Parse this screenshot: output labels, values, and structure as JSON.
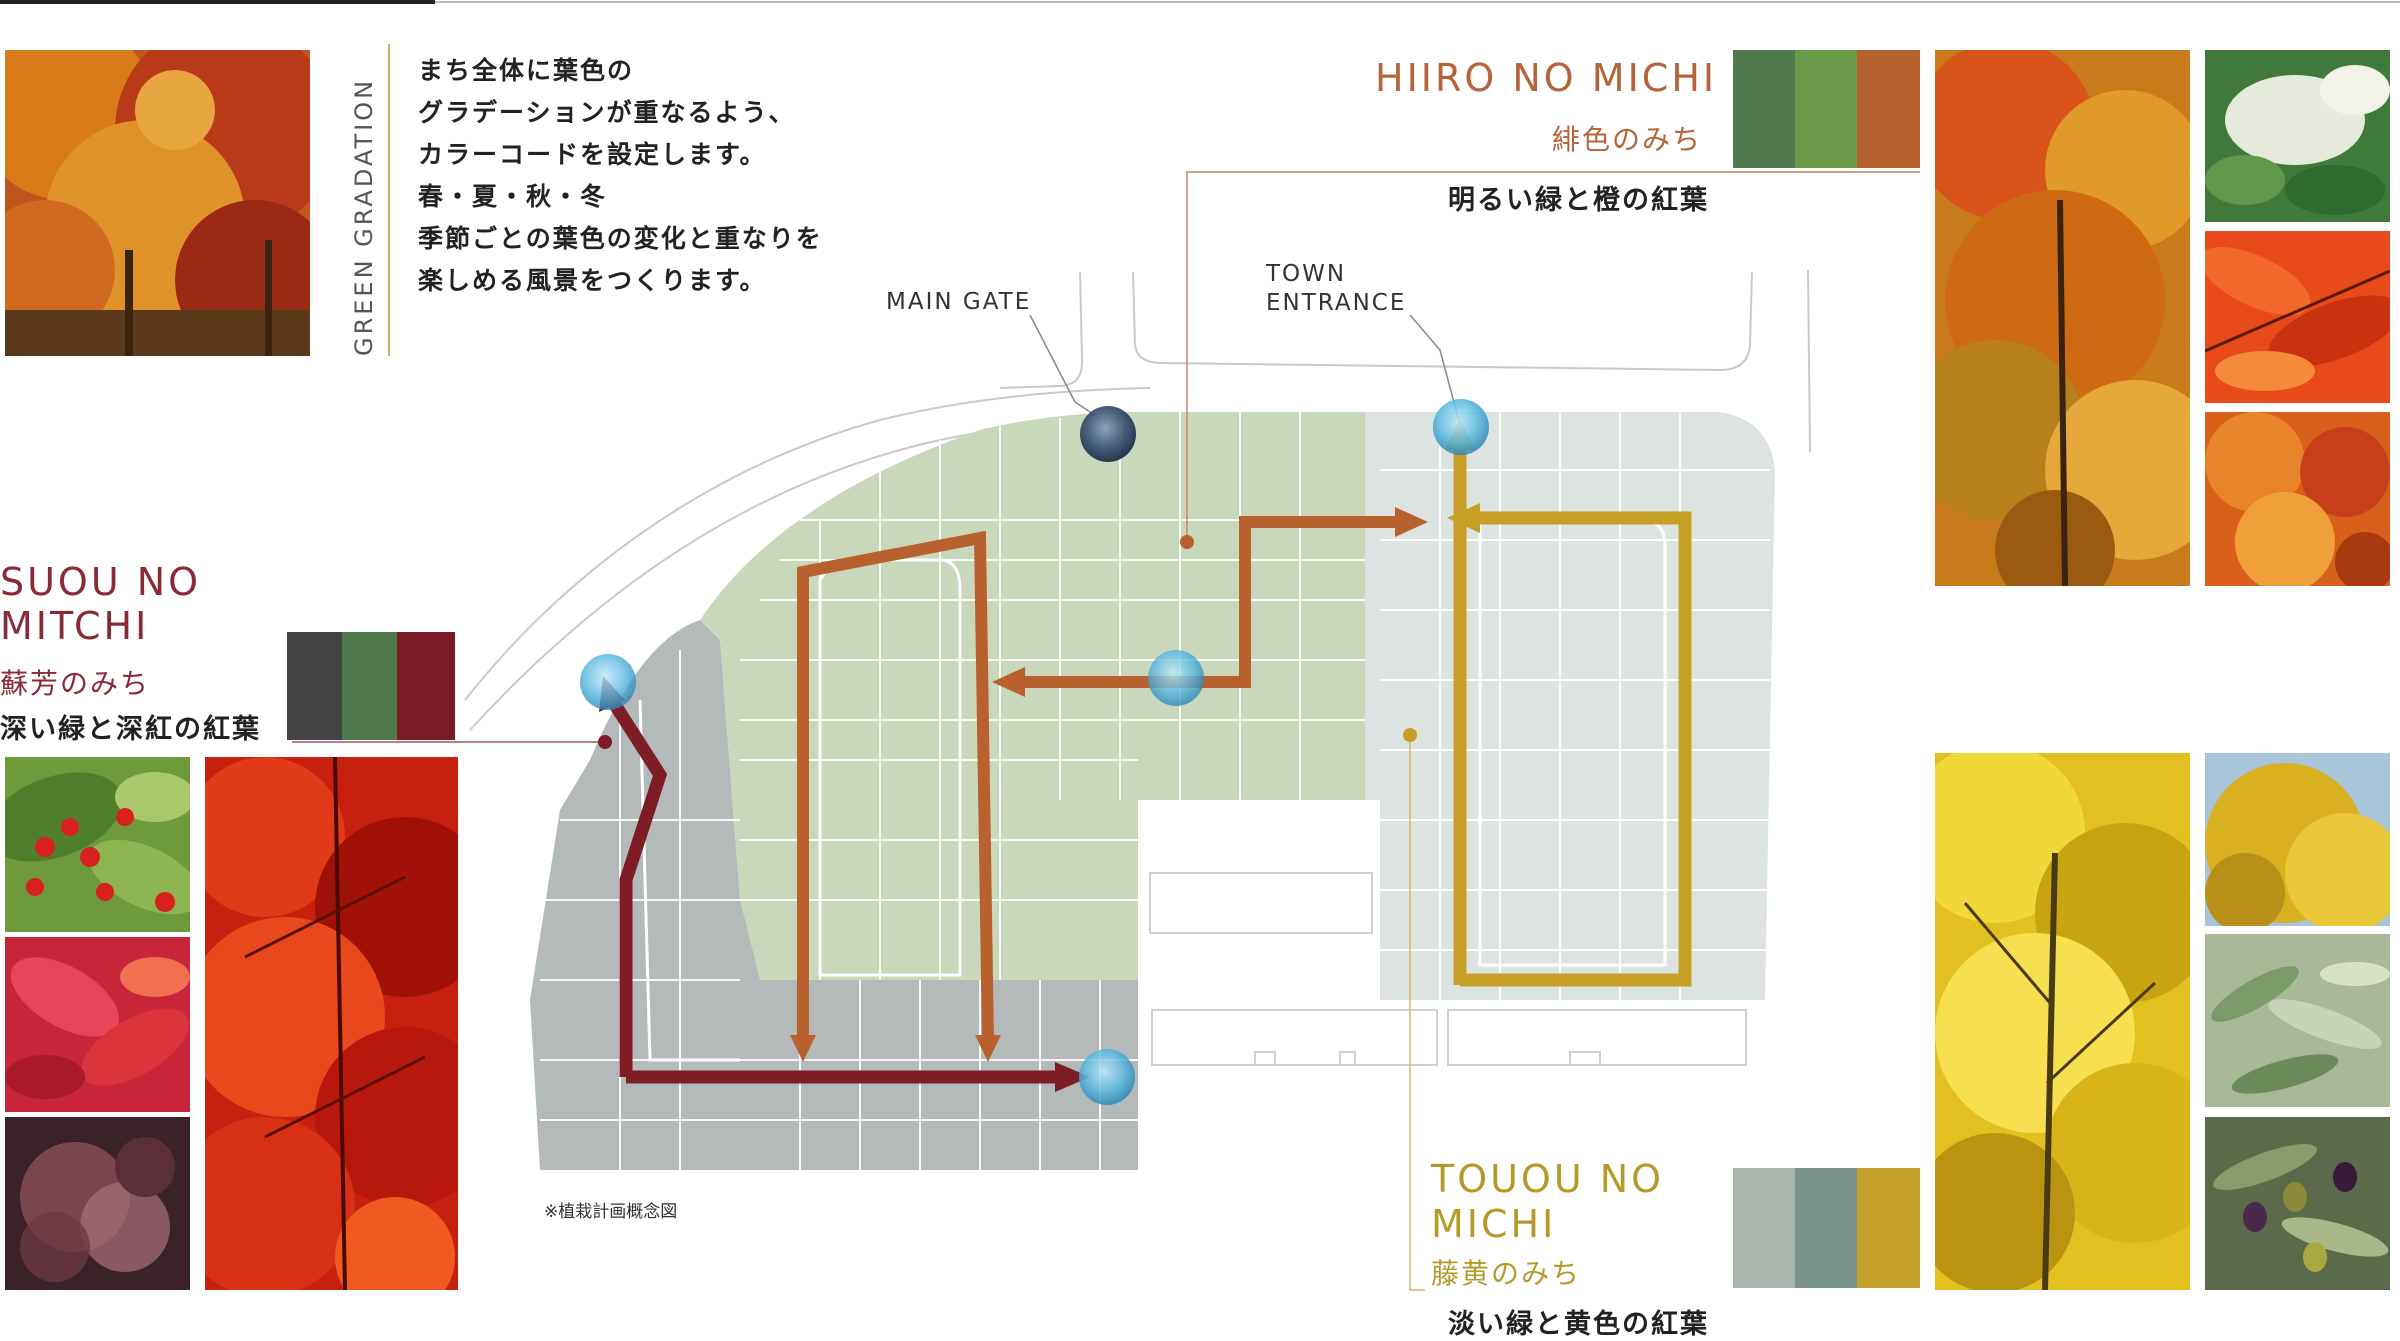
{
  "intro": {
    "vertical_title": "GREEN GRADATION",
    "lines": [
      "まち全体に葉色の",
      "グラデーションが重なるよう、",
      "カラーコードを設定します。",
      "春・夏・秋・冬",
      "季節ごとの葉色の変化と重なりを",
      "楽しめる風景をつくります。"
    ]
  },
  "map_labels": {
    "main_gate": "MAIN GATE",
    "town_entrance_1": "TOWN",
    "town_entrance_2": "ENTRANCE",
    "note": "※植栽計画概念図"
  },
  "routes": {
    "hiiro": {
      "name_en": "HIIRO NO MICHI",
      "name_jp": "緋色のみち",
      "desc": "明るい緑と橙の紅葉",
      "title_color": "#b5643a",
      "swatches": [
        "#4e7a4e",
        "#6a9a48",
        "#b5602e"
      ]
    },
    "suou": {
      "name_en_1": "SUOU NO",
      "name_en_2": "MITCHI",
      "name_jp": "蘇芳のみち",
      "desc": "深い緑と深紅の紅葉",
      "title_color": "#8a2a36",
      "swatches": [
        "#444444",
        "#4e7a4e",
        "#7a1a24"
      ]
    },
    "touou": {
      "name_en_1": "TOUOU NO",
      "name_en_2": "MICHI",
      "name_jp": "藤黄のみち",
      "desc": "淡い緑と黄色の紅葉",
      "title_color": "#b59a2a",
      "swatches": [
        "#a9b6ad",
        "#78938a",
        "#c3a02a"
      ]
    }
  },
  "colors": {
    "zone_green": "#c9d7bb",
    "zone_gray": "#b4bab9",
    "zone_light": "#dde3e1",
    "arrow_orange": "#b8612f",
    "arrow_red": "#7e1d26",
    "arrow_gold": "#c69f24"
  }
}
